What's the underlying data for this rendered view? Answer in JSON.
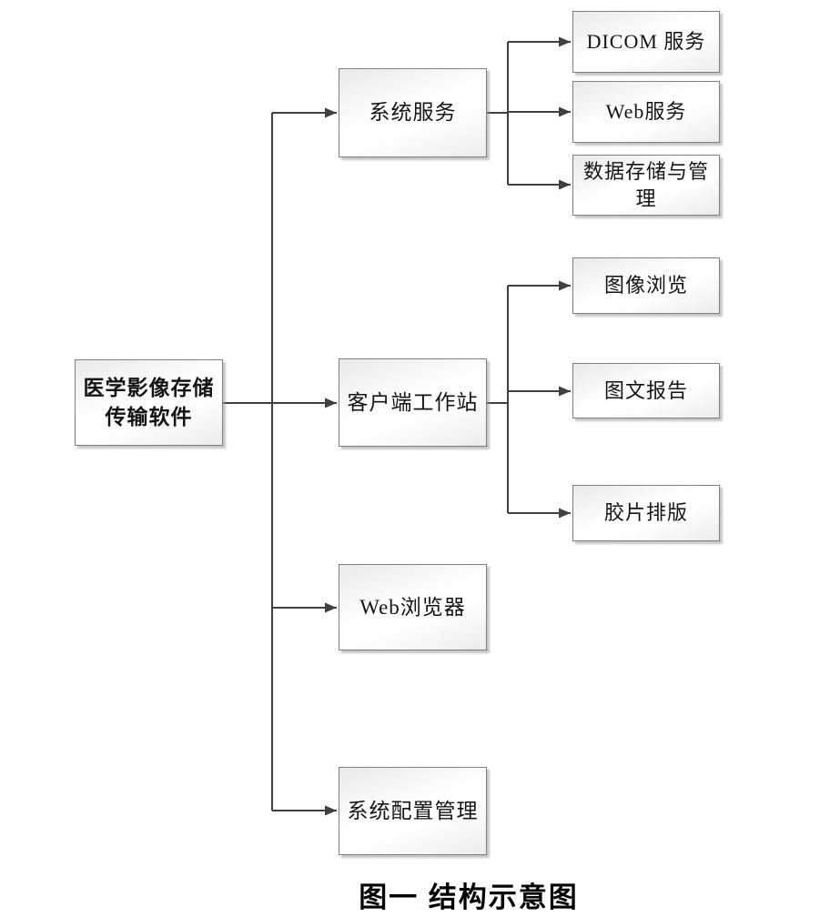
{
  "caption": "图一 结构示意图",
  "style": {
    "line_color": "#404040",
    "box_border_color": "#7f7f7f",
    "box_fill_top": "#e9e9e9",
    "box_fill_mid": "#ffffff",
    "box_fill_bottom": "#ececec",
    "text_color": "#141414"
  },
  "nodes": {
    "root": {
      "label": "医学影像存储\n传输软件"
    },
    "system_services": {
      "label": "系统服务"
    },
    "client_workstation": {
      "label": "客户端工作站"
    },
    "web_browser": {
      "label": "Web浏览器"
    },
    "system_config": {
      "label": "系统配置管理"
    },
    "dicom_service": {
      "label": "DICOM 服务"
    },
    "web_service": {
      "label": "Web服务"
    },
    "data_storage": {
      "label": "数据存储与管\n理"
    },
    "image_browse": {
      "label": "图像浏览"
    },
    "report": {
      "label": "图文报告"
    },
    "film_layout": {
      "label": "胶片排版"
    }
  },
  "edges": [
    {
      "from": "root",
      "to": "system_services"
    },
    {
      "from": "root",
      "to": "client_workstation"
    },
    {
      "from": "root",
      "to": "web_browser"
    },
    {
      "from": "root",
      "to": "system_config"
    },
    {
      "from": "system_services",
      "to": "dicom_service"
    },
    {
      "from": "system_services",
      "to": "web_service"
    },
    {
      "from": "system_services",
      "to": "data_storage"
    },
    {
      "from": "client_workstation",
      "to": "image_browse"
    },
    {
      "from": "client_workstation",
      "to": "report"
    },
    {
      "from": "client_workstation",
      "to": "film_layout"
    }
  ]
}
